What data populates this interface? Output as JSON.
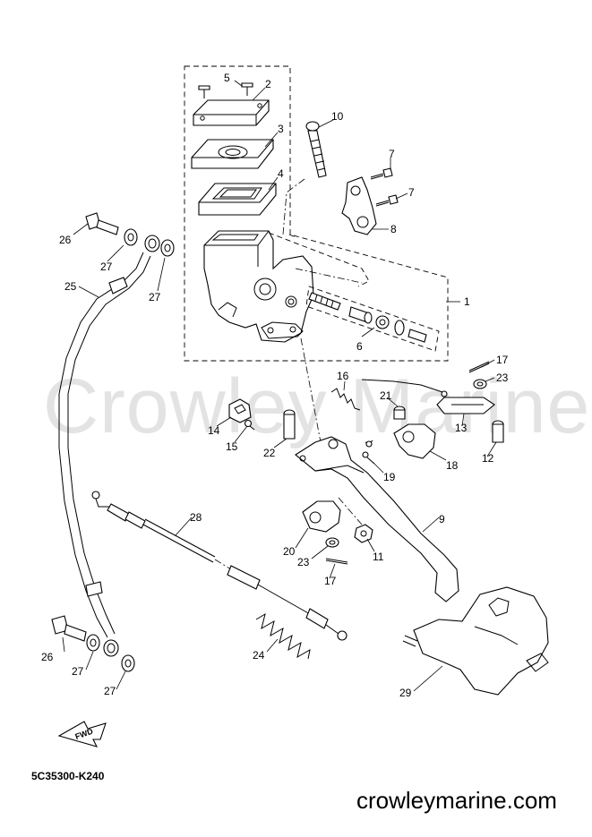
{
  "watermark": "Crowley Marine",
  "diagram_code": "5C35300-K240",
  "website": "crowleymarine.com",
  "fwd_label": "FWD",
  "callouts": [
    "1",
    "2",
    "3",
    "4",
    "5",
    "6",
    "7",
    "7",
    "8",
    "9",
    "10",
    "11",
    "12",
    "13",
    "14",
    "15",
    "16",
    "17",
    "17",
    "18",
    "19",
    "20",
    "21",
    "22",
    "23",
    "23",
    "24",
    "25",
    "26",
    "26",
    "27",
    "27",
    "27",
    "27",
    "28",
    "29"
  ]
}
